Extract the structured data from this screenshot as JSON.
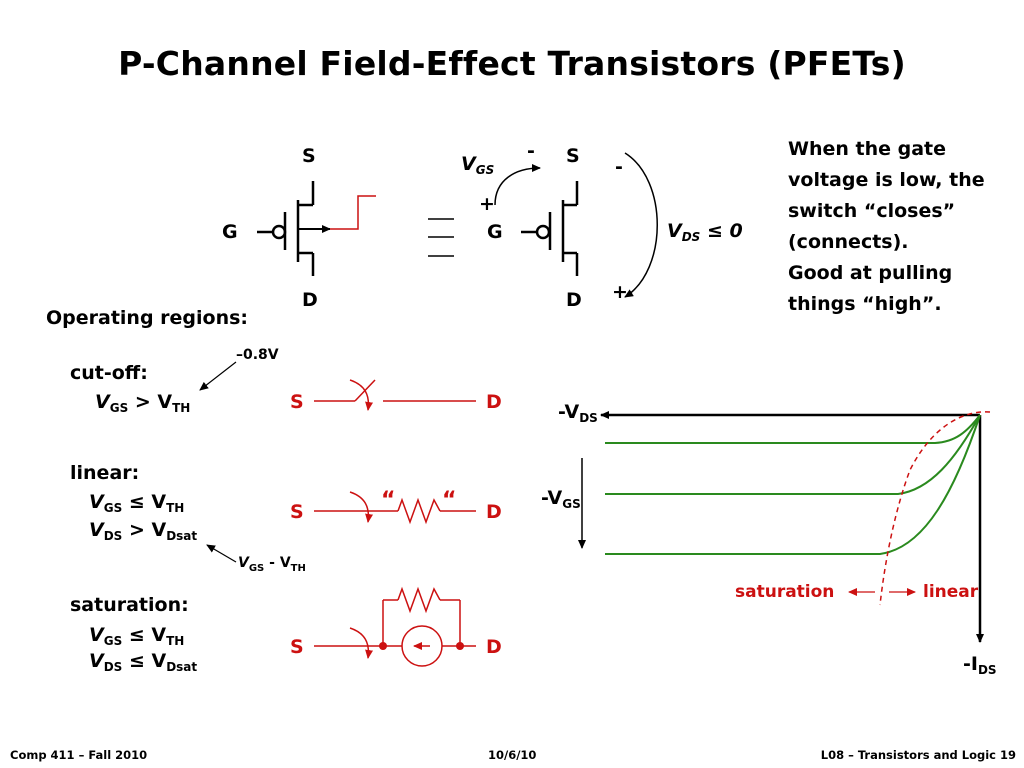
{
  "title": "P-Channel Field-Effect Transistors (PFETs)",
  "symbols": {
    "s1": "S",
    "d1": "D",
    "g1": "G",
    "s2": "S",
    "d2": "D",
    "g2": "G",
    "equiv": "≡",
    "vgs_label": "V",
    "vgs_sub": "GS",
    "minus_top": "-",
    "plus_g": "+",
    "minus_right": "-",
    "plus_right": "+",
    "vds_label": "V",
    "vds_sub": "DS",
    "vds_rel": "≤ 0"
  },
  "note": {
    "lines": [
      "When the gate",
      "voltage is low, the",
      "switch “closes”",
      "(connects).",
      "Good at pulling",
      "things “high”."
    ]
  },
  "regions": {
    "heading": "Operating regions:",
    "vth_value": "–0.8V",
    "cutoff": {
      "name": "cut-off:",
      "cond1_v": "V",
      "cond1_sub": "GS",
      "cond1_rel": "> V",
      "cond1_sub2": "TH"
    },
    "linear": {
      "name": "linear:",
      "c1_v": "V",
      "c1_sub": "GS",
      "c1_rel": "≤ V",
      "c1_sub2": "TH",
      "c2_v": "V",
      "c2_sub": "DS",
      "c2_rel": "> V",
      "c2_sub2": "Dsat"
    },
    "vgs_minus_vth": {
      "v1": "V",
      "s1": "GS",
      "mid": " - V",
      "s2": "TH"
    },
    "saturation": {
      "name": "saturation:",
      "c1_v": "V",
      "c1_sub": "GS",
      "c1_rel": "≤ V",
      "c1_sub2": "TH",
      "c2_v": "V",
      "c2_sub": "DS",
      "c2_rel": "≤ V",
      "c2_sub2": "Dsat"
    },
    "sw_s": "S",
    "sw_d": "D",
    "quote_open": "“",
    "quote_close": "“"
  },
  "graph": {
    "x_axis_label": "-V",
    "x_axis_sub": "DS",
    "y_axis_label": "-I",
    "y_axis_sub": "DS",
    "vgs_label": "-V",
    "vgs_sub": "GS",
    "saturation": "saturation",
    "linear": "linear"
  },
  "footer": {
    "left": "Comp 411 – Fall 2010",
    "center": "10/6/10",
    "right": "L08 – Transistors and Logic  19"
  },
  "colors": {
    "red": "#cc1111",
    "green": "#2a8a1e",
    "black": "#000000"
  }
}
